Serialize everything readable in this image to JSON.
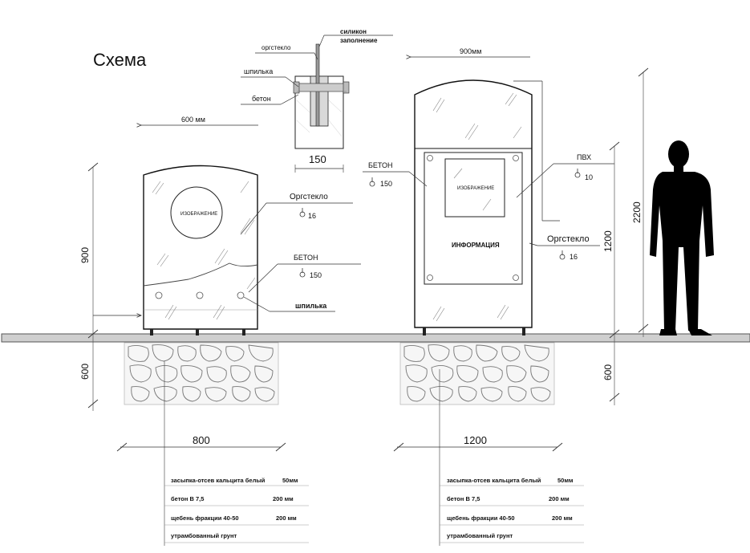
{
  "title": "Схема",
  "detail": {
    "orgsteklo": "оргстекло",
    "silikon": "силикон",
    "zapolnenie": "заполнение",
    "shpilka": "шпилька",
    "beton": "бетон",
    "width": "150"
  },
  "left_stand": {
    "top_dim": "600 мм",
    "image_label": "ИЗОБРАЖЕНИЕ",
    "height_dim": "900",
    "depth_dim": "600",
    "base_dim": "800",
    "orgsteklo_label": "Оргстекло",
    "orgsteklo_size": "16",
    "beton_label": "БЕТОН",
    "beton_size": "150",
    "shpilka_label": "шпилька"
  },
  "right_stand": {
    "top_dim": "900мм",
    "beton_label": "БЕТОН",
    "beton_size": "150",
    "image_label": "ИЗОБРАЖЕНИЕ",
    "info_label": "ИНФОРМАЦИЯ",
    "pvh_label": "ПВХ",
    "pvh_size": "10",
    "orgsteklo_label": "Оргстекло",
    "orgsteklo_size": "16",
    "height_1200": "1200",
    "height_2200": "2200",
    "depth_dim": "600",
    "base_dim": "1200"
  },
  "layers_left": [
    {
      "name": "засыпка-отсев кальцита белый",
      "value": "50мм"
    },
    {
      "name": "бетон В 7,5",
      "value": "200 мм"
    },
    {
      "name": "щебень фракции 40-50",
      "value": "200 мм"
    },
    {
      "name": "утрамбованный грунт",
      "value": ""
    }
  ],
  "layers_right": [
    {
      "name": "засыпка-отсев кальцита белый",
      "value": "50мм"
    },
    {
      "name": "бетон В 7,5",
      "value": "200 мм"
    },
    {
      "name": "щебень фракции 40-50",
      "value": "200 мм"
    },
    {
      "name": "утрамбованный грунт",
      "value": ""
    }
  ]
}
